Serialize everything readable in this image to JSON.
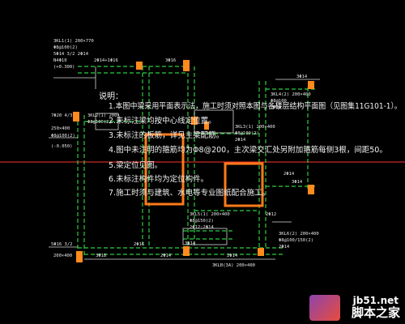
{
  "drawing": {
    "colors": {
      "background": "#000000",
      "beam_line": "#2ecc40",
      "column_fill": "#ff8a1e",
      "frame_orange": "#ff7a1a",
      "axis_red": "#ff3333",
      "text": "#e8e8e8",
      "dim_white": "#d8d8d8"
    },
    "notes": {
      "title": "说明：",
      "items": [
        "1.本图中梁采用平面表示法，施工时须对照本图与各楼层结构平面图（见图集11G101-1）。",
        "2.未标注梁均按中心线定位置。",
        "3.未标注的板筋，详见主梁配筋。",
        "4.图中未注明的箍筋均为Φ8@200，主次梁交汇处另附加箍筋每侧3根，间距50。",
        "5.梁定位见图。",
        "6.未标注构件均为定位构件。",
        "7.施工时须与建筑、水电等专业图纸配合施工。"
      ]
    },
    "annotations": {
      "kl1_block": [
        "3KL1(1) 200×770",
        "Φ8@100(2)",
        "5Φ14 3/2 2Φ14",
        "N4Φ10",
        "(+0.300)"
      ],
      "top_dim_left": "2Φ14+1Φ16",
      "top_dim_right": "3Φ16",
      "kl2_left": [
        "7Φ20 4/3",
        "250×400",
        "Φ8@100(2)",
        "(-0.050)"
      ],
      "kl2_inner": [
        "3KL2(1) 200×",
        "Φ8@100(2)"
      ],
      "kl3_block": [
        "3KL3(1) 200×400",
        "Φ8@100(2)",
        "2Φ14"
      ],
      "kl4_right": [
        "3KL4(2) 200×400",
        "Φ8@100",
        "2Φ14"
      ],
      "top_right_dim": "3Φ14",
      "right_mid": "2Φ14",
      "right_lower": "3Φ14",
      "mid_right_dim": "2Φ12",
      "kl5_block": [
        "3KL5(1) 200×400",
        "Φ8@150(2)",
        "2Φ12;2Φ14"
      ],
      "kl6_right": [
        "3KL6(2) 200×400",
        "Φ8@100/150(2)",
        "2Φ14"
      ],
      "bottom_left_dim": "5Φ16 3/2",
      "bottom_left_sec": "200×400",
      "bottom_dims": [
        "3Φ18",
        "2Φ16",
        "2Φ14",
        "2Φ14",
        "3Φ14"
      ],
      "bottom_label": "3KLB(3A) 200×400"
    },
    "watermark": {
      "site": "jb51.net",
      "brand": "脚本之家"
    }
  }
}
